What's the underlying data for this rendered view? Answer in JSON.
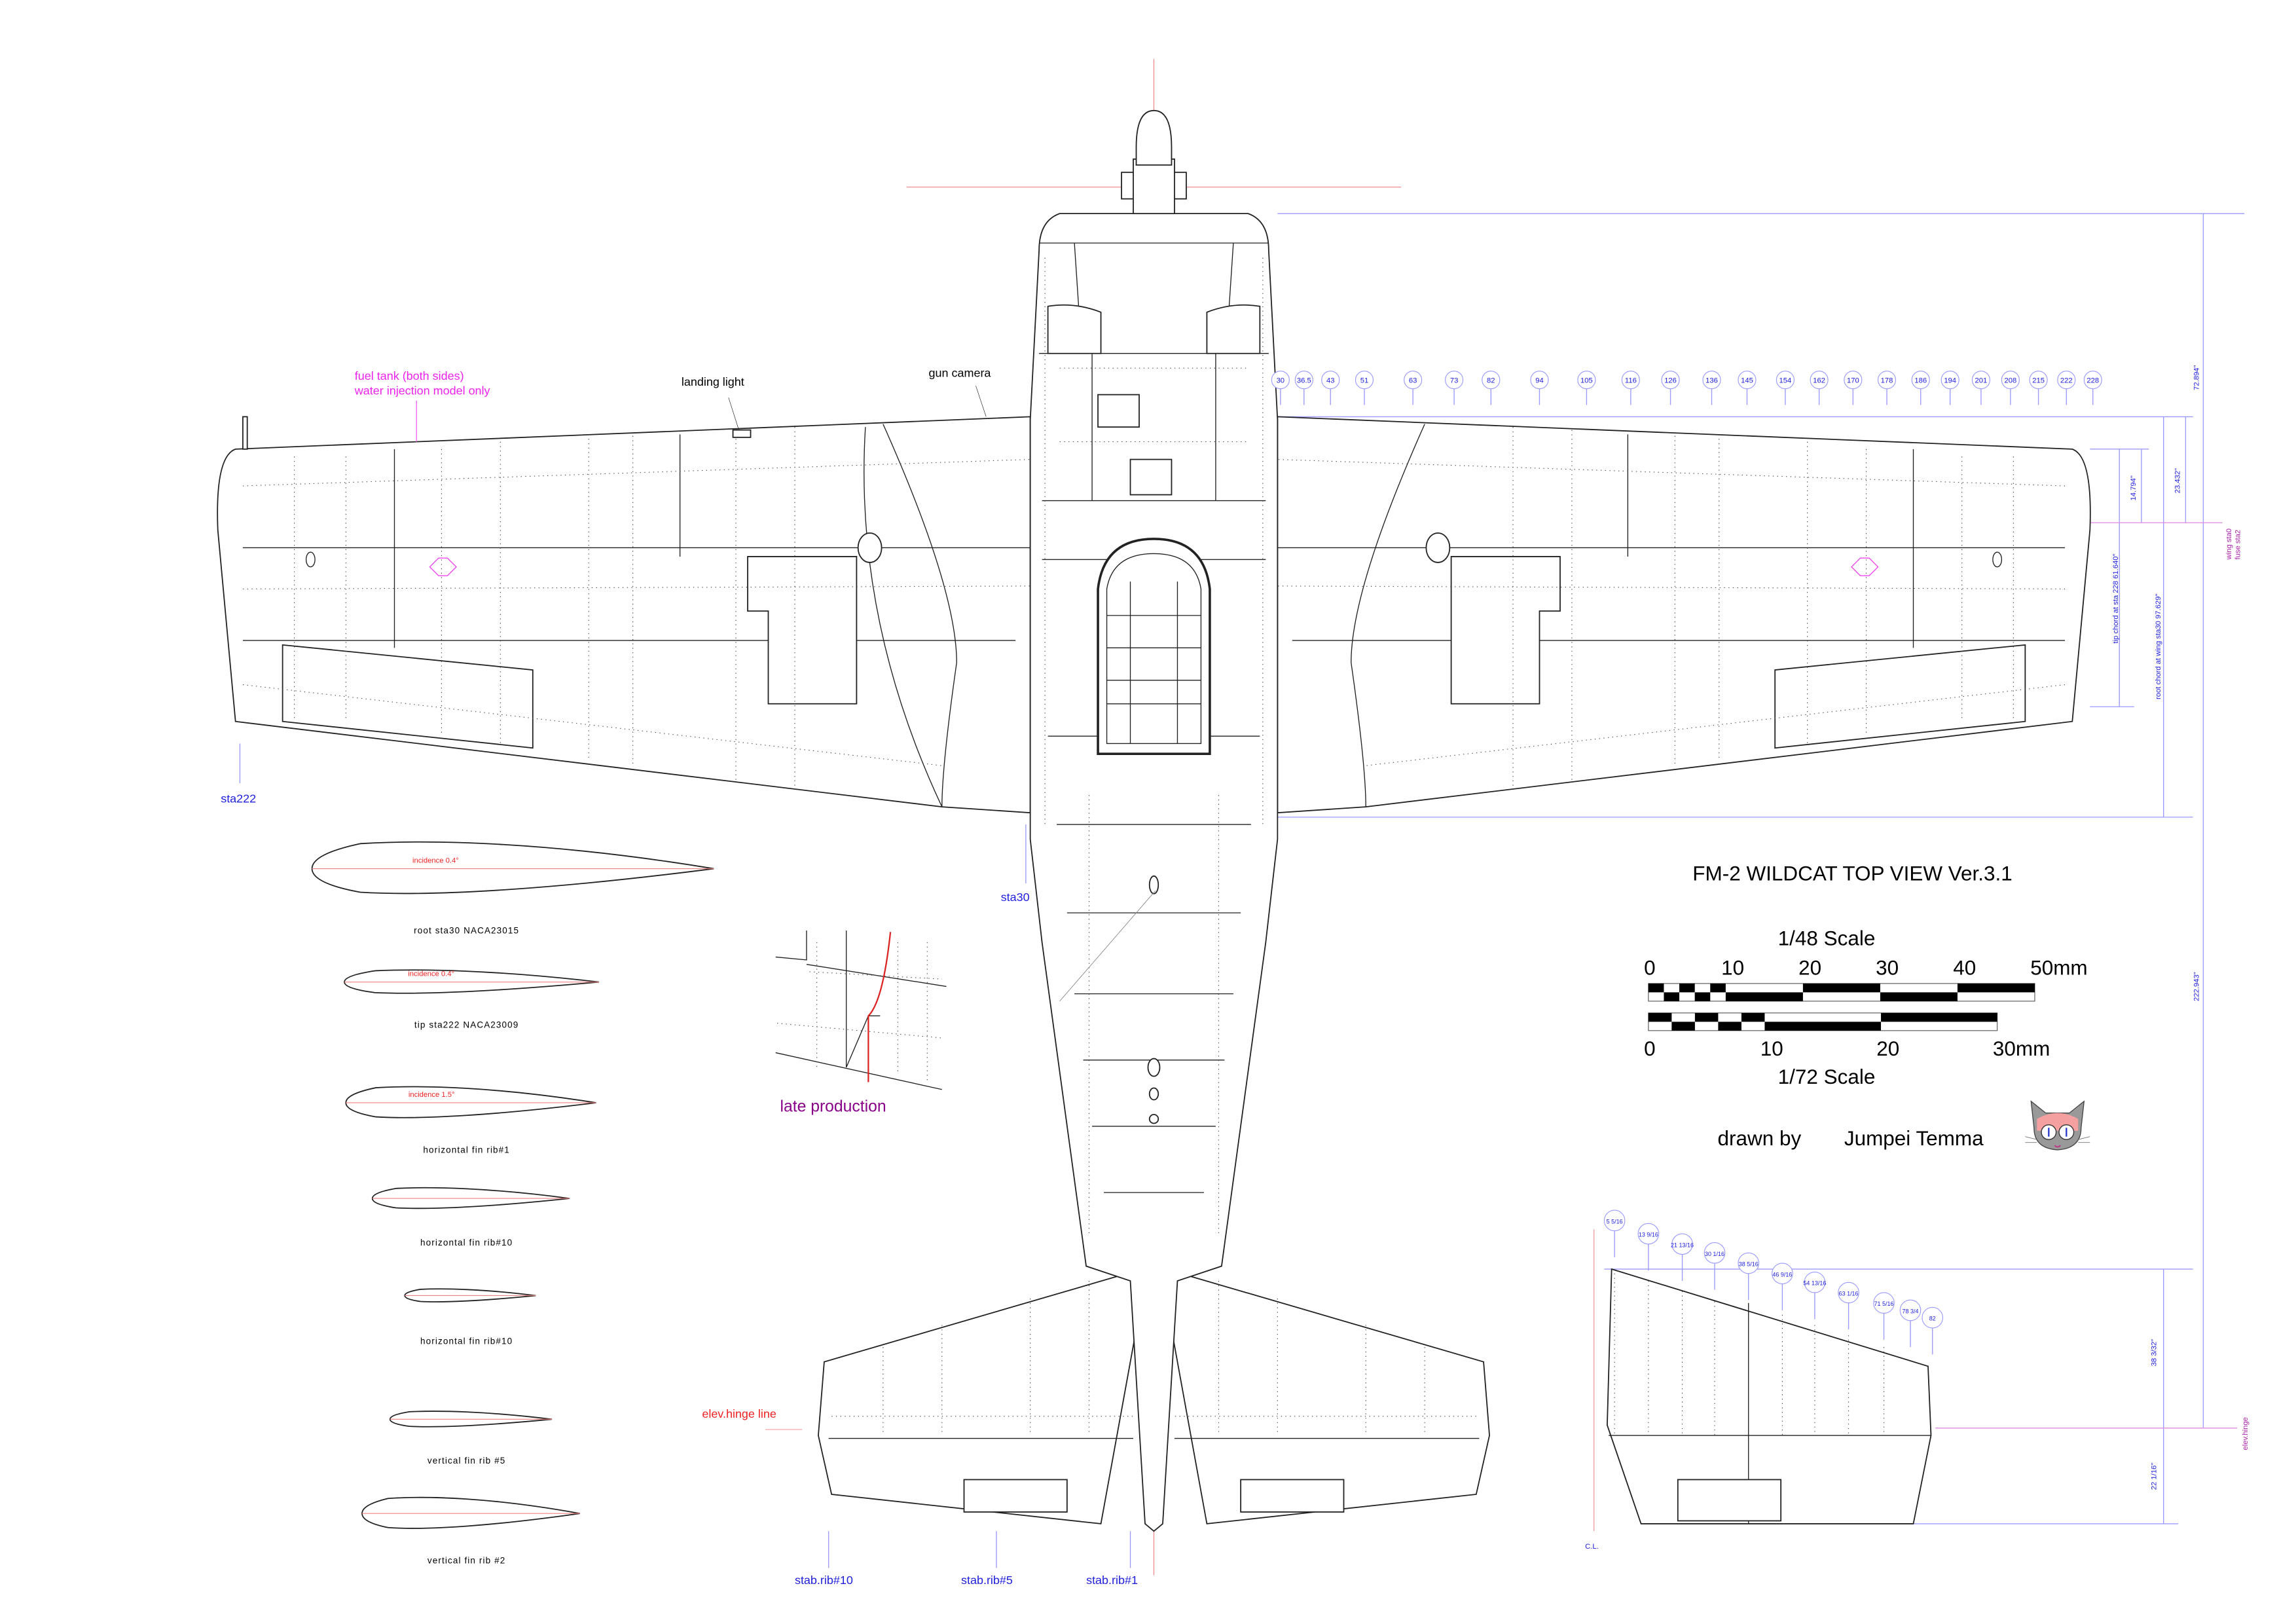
{
  "title": "FM-2 WILDCAT TOP VIEW Ver.3.1",
  "author": {
    "prefix": "drawn by",
    "name": "Jumpei Temma"
  },
  "callouts": {
    "fuel_tank_1": "fuel tank (both sides)",
    "fuel_tank_2": "water injection model only",
    "landing_light": "landing light",
    "gun_camera": "gun camera",
    "sta222": "sta222",
    "sta30": "sta30",
    "late_production": "late production",
    "elev_hinge_line": "elev.hinge line",
    "stab_rib_10": "stab.rib#10",
    "stab_rib_5": "stab.rib#5",
    "stab_rib_1": "stab.rib#1",
    "cl": "C.L."
  },
  "airfoils": [
    {
      "label": "root sta30 NACA23015",
      "incidence": "incidence 0.4°"
    },
    {
      "label": "tip sta222 NACA23009",
      "incidence": "incidence 0.4°"
    },
    {
      "label": "horizontal fin rib#1",
      "incidence": "incidence 1.5°"
    },
    {
      "label": "horizontal fin rib#10",
      "incidence": ""
    },
    {
      "label": "horizontal fin rib#10",
      "incidence": ""
    },
    {
      "label": "vertical fin rib #5",
      "incidence": ""
    },
    {
      "label": "vertical fin rib #2",
      "incidence": ""
    }
  ],
  "wing_stations": [
    "30",
    "36.5",
    "43",
    "51",
    "63",
    "73",
    "82",
    "94",
    "105",
    "116",
    "126",
    "136",
    "145",
    "154",
    "162",
    "170",
    "178",
    "186",
    "194",
    "201",
    "208",
    "215",
    "222",
    "228"
  ],
  "stab_stations": [
    "5 5/16",
    "13 9/16",
    "21 13/16",
    "30 1/16",
    "38 5/16",
    "46 9/16",
    "54 13/16",
    "63 1/16",
    "71 5/16",
    "78 3/4",
    "82"
  ],
  "dimensions": {
    "nose_to_le": "72.894\"",
    "d14": "14.794\"",
    "d23": "23.432\"",
    "tip_chord": "tip chord at sta 228  61.640\"",
    "root_chord": "root chord at wing sta30  97.629\"",
    "wing_sta0": "wing sta0",
    "fuse_sta2": "fuse sta2",
    "overall": "222.943\"",
    "stab_fwd": "38 3/32\"",
    "stab_aft": "22 1/16\"",
    "elev_hinge": "elev.hinge"
  },
  "scale_48": {
    "label": "1/48 Scale",
    "ticks": [
      "0",
      "10",
      "20",
      "30",
      "40",
      "50mm"
    ]
  },
  "scale_72": {
    "label": "1/72 Scale",
    "ticks": [
      "0",
      "10",
      "20",
      "30mm"
    ]
  },
  "colors": {
    "line": "#222222",
    "dimension": "#9a9aff",
    "label_blue": "#2020dd",
    "red": "#ee2222",
    "magenta": "#ee22ee",
    "purple": "#880088"
  }
}
